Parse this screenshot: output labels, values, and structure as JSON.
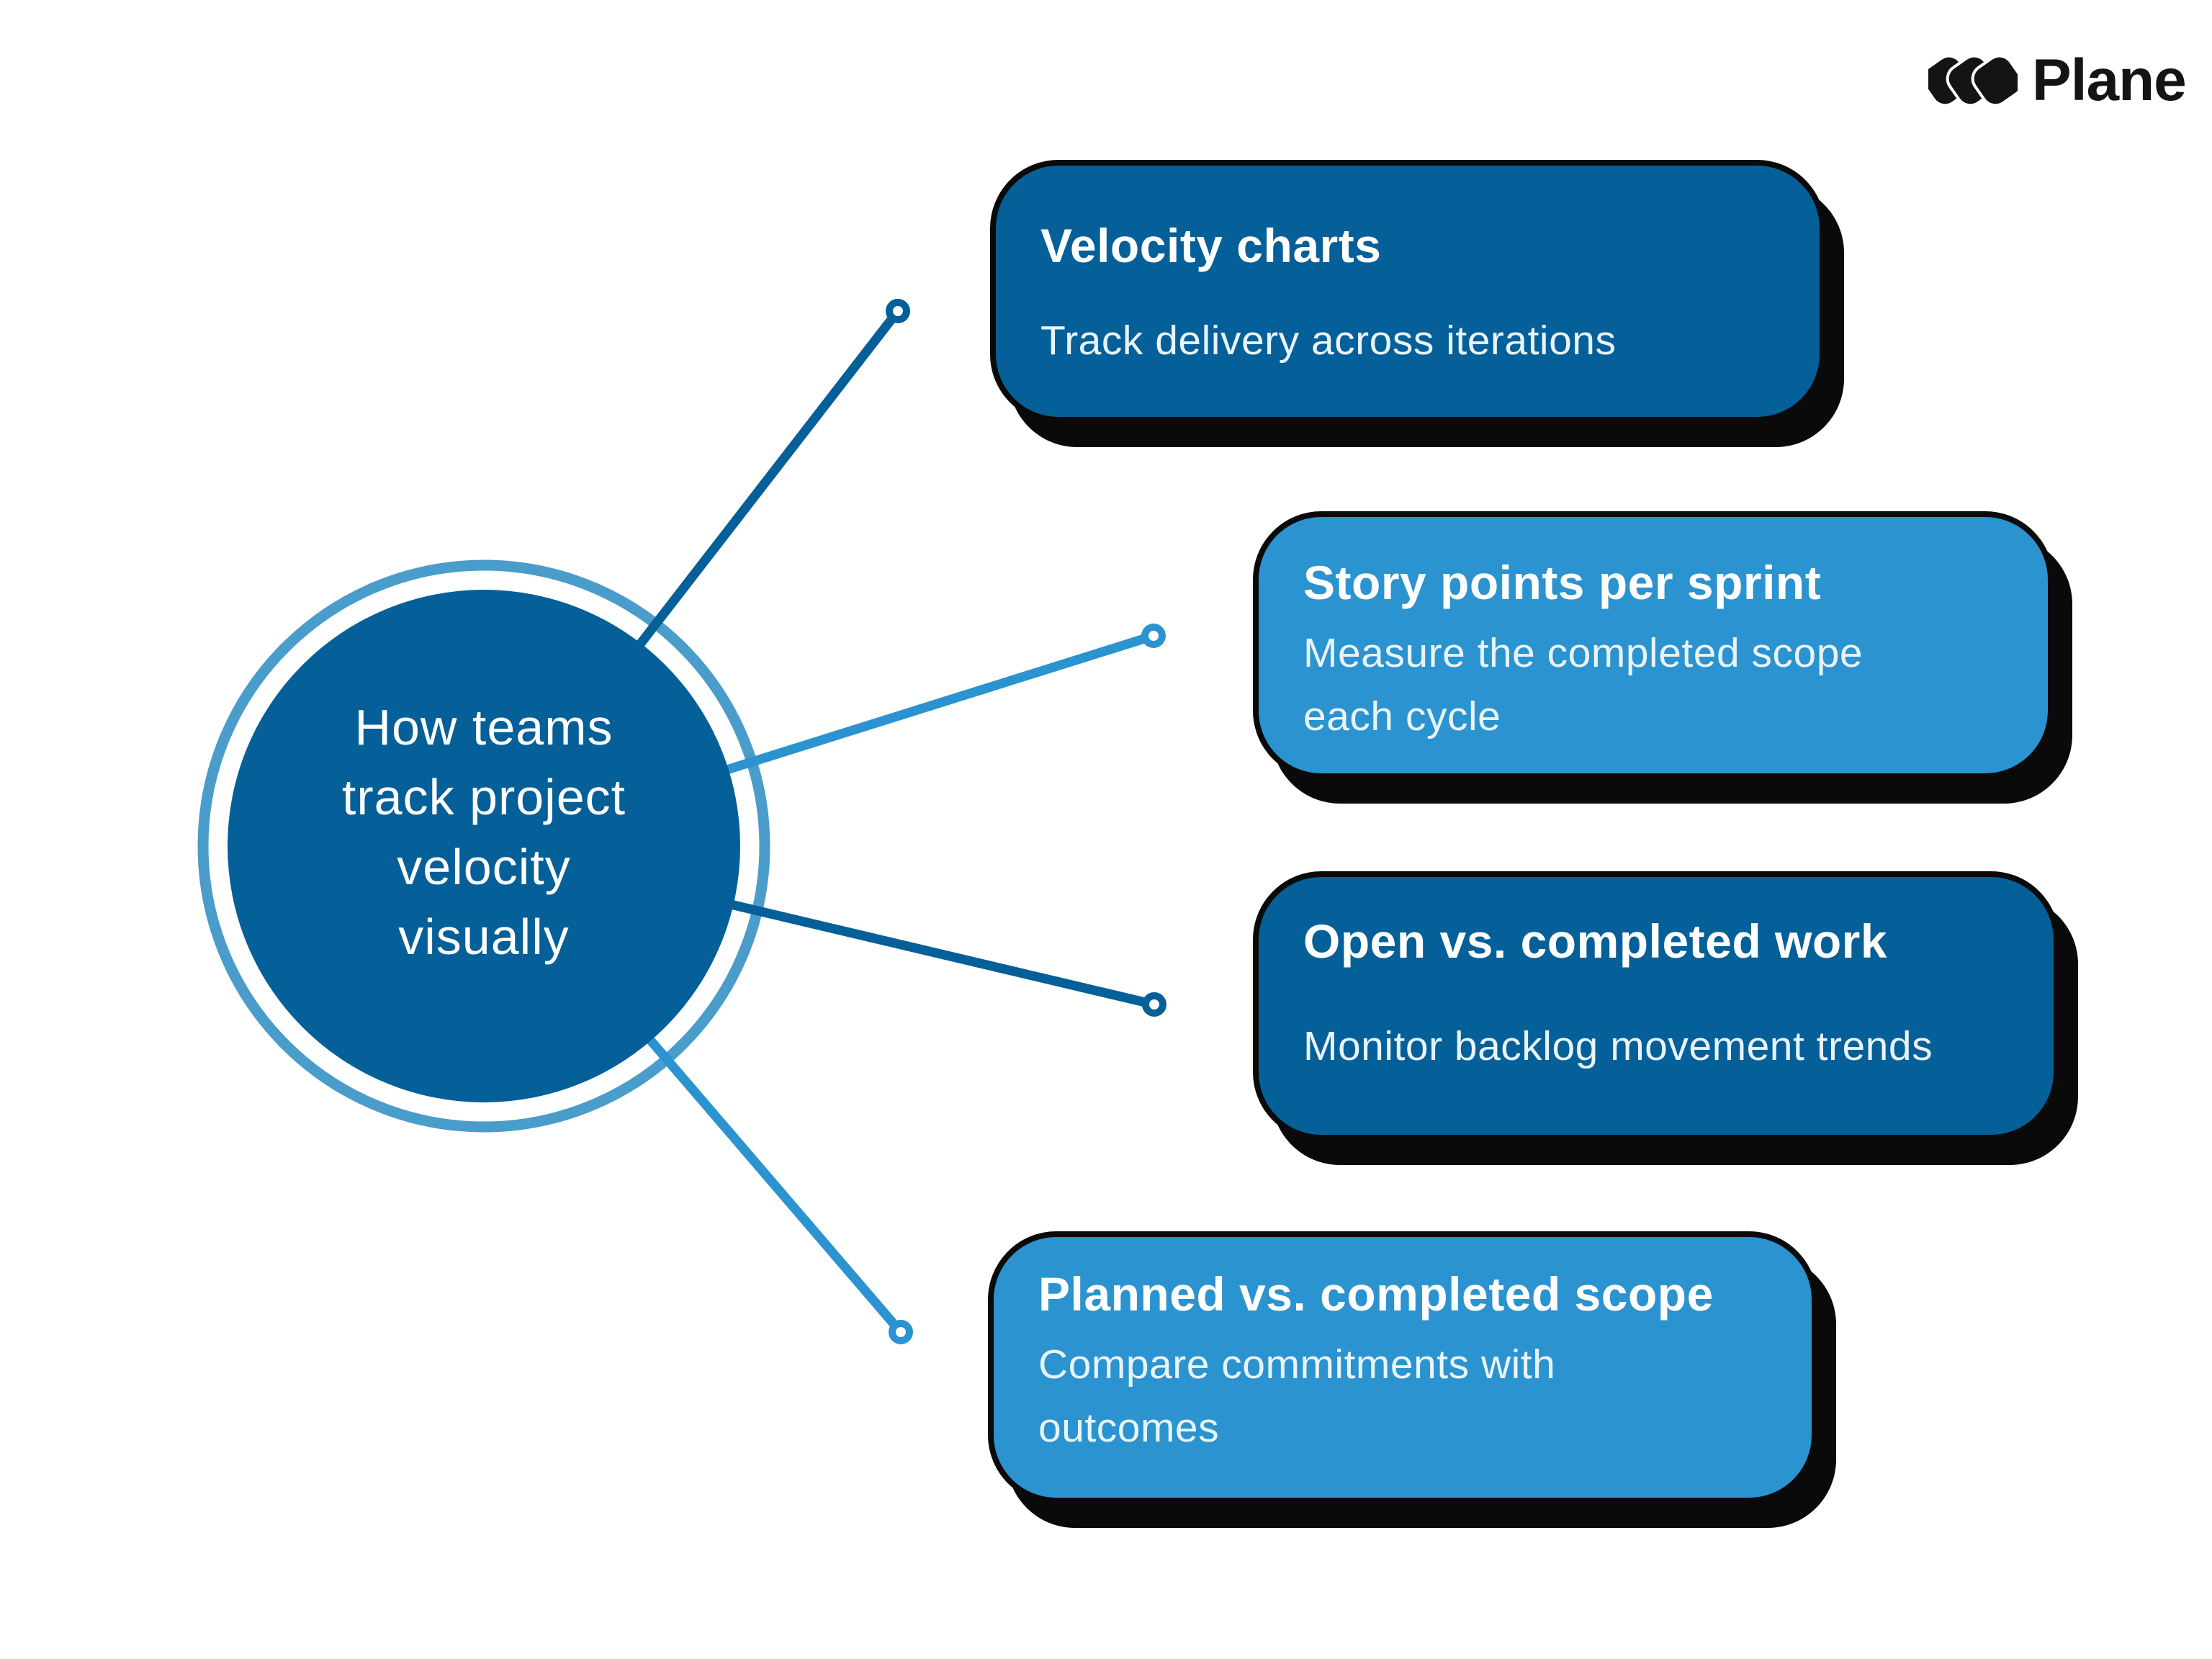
{
  "brand": {
    "name": "Plane"
  },
  "center": {
    "lines": [
      "How teams",
      "track project",
      "velocity",
      "visually"
    ]
  },
  "cards": [
    {
      "title": "Velocity charts",
      "description": "Track delivery across iterations",
      "variant": "dark"
    },
    {
      "title": "Story points per sprint",
      "description": "Measure the completed scope each cycle",
      "variant": "light"
    },
    {
      "title": "Open vs. completed work",
      "description": "Monitor backlog movement trends",
      "variant": "dark"
    },
    {
      "title": "Planned vs. completed scope",
      "description": "Compare commitments with outcomes",
      "variant": "light"
    }
  ],
  "colors": {
    "dark-blue": "#055F98",
    "light-blue": "#2B93CF",
    "ring-blue": "#4A9CCB",
    "ink": "#0A0A0A",
    "card-text": "#FFFFFF",
    "subtitle-text": "#E9F4FA",
    "background": "#FFFFFF",
    "logo-ink": "#141414"
  }
}
